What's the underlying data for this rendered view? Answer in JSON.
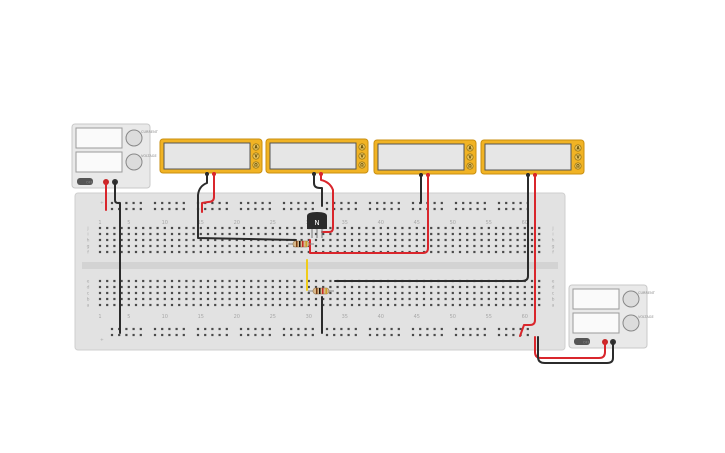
{
  "breadboard": {
    "column_numbers": [
      "1",
      "5",
      "10",
      "15",
      "20",
      "25",
      "30",
      "35",
      "40",
      "45",
      "50",
      "55",
      "60"
    ],
    "row_letters": [
      "j",
      "i",
      "h",
      "g",
      "f",
      "e",
      "d",
      "c",
      "b",
      "a"
    ],
    "rail_marks": [
      "+",
      "-"
    ]
  },
  "power_supplies": [
    {
      "id": "psu-left",
      "labels": [
        "CURRENT",
        "VOLTAGE"
      ],
      "tag": "OFF"
    },
    {
      "id": "psu-right",
      "labels": [
        "CURRENT",
        "VOLTAGE"
      ],
      "tag": "OFF"
    }
  ],
  "multimeters": [
    {
      "id": "meter-1",
      "buttons": [
        "A",
        "V",
        "Ω"
      ]
    },
    {
      "id": "meter-2",
      "buttons": [
        "A",
        "V",
        "Ω"
      ]
    },
    {
      "id": "meter-3",
      "buttons": [
        "A",
        "V",
        "Ω"
      ]
    },
    {
      "id": "meter-4",
      "buttons": [
        "A",
        "V",
        "Ω"
      ]
    }
  ],
  "transistor": {
    "label": "N"
  },
  "colors": {
    "wire_red": "#d9262c",
    "wire_black": "#2b2b2b",
    "wire_yellow": "#f0cc1a",
    "meter_body": "#f1b324",
    "breadboard": "#e2e2e2"
  }
}
